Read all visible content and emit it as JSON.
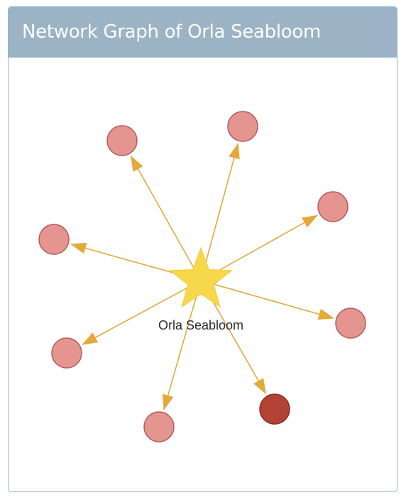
{
  "panel": {
    "title": "Network Graph of Orla Seabloom"
  },
  "graph": {
    "center": {
      "label": "Orla Seabloom",
      "shape": "star",
      "color": "#f7d84b"
    },
    "edge_color": "#e3a93b",
    "node_color": "#e59590",
    "node_stroke": "#b5595a",
    "highlight_node_color": "#b24334",
    "highlight_node_stroke": "#8e2a1f",
    "neighbor_count": 8,
    "highlighted_neighbor_index": 6
  }
}
